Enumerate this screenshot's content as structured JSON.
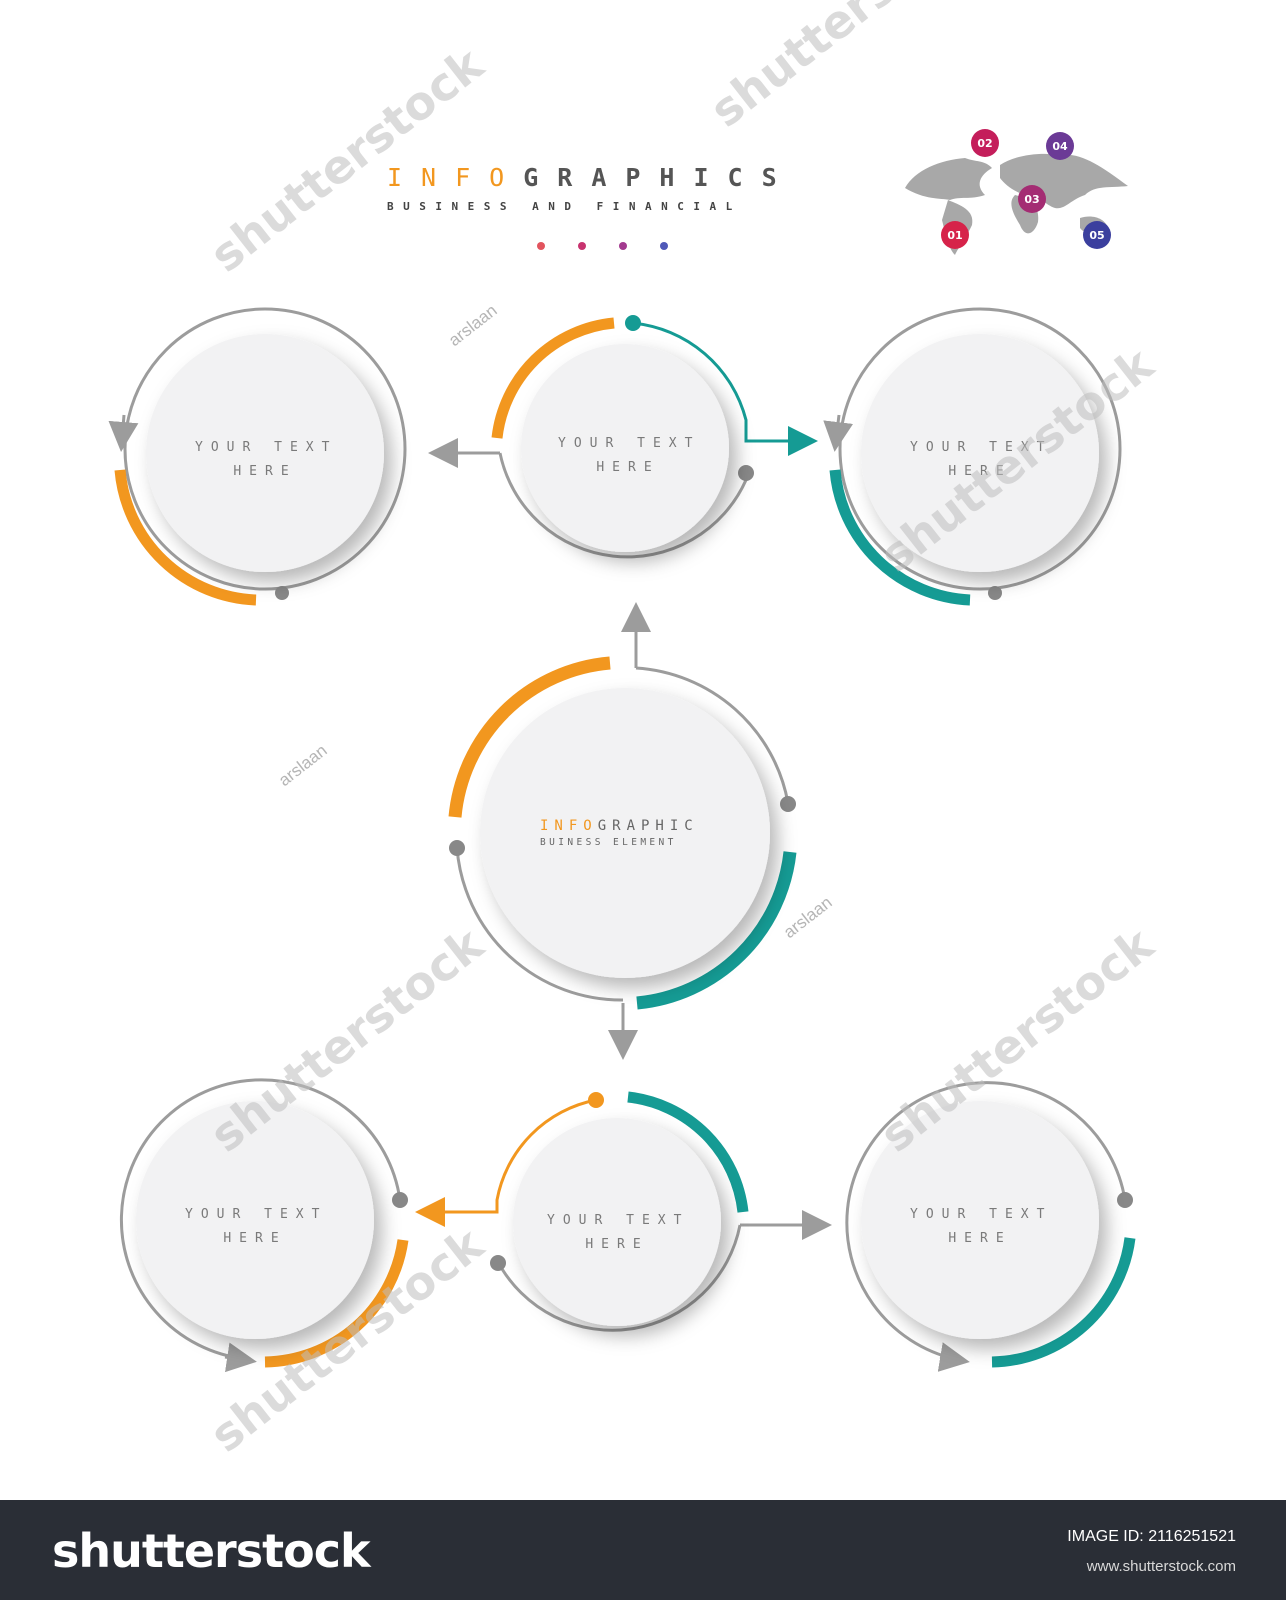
{
  "header": {
    "title_accent": "INFO",
    "title_rest": "GRAPHICS",
    "subtitle": "BUSINESS AND FINANCIAL",
    "dot_colors": [
      "#e2545e",
      "#c8336f",
      "#a33a8f",
      "#4f59b8"
    ]
  },
  "map_badges": [
    {
      "label": "01",
      "color": "#d6234a"
    },
    {
      "label": "02",
      "color": "#c41e5b"
    },
    {
      "label": "03",
      "color": "#a42c73"
    },
    {
      "label": "04",
      "color": "#6b3a96"
    },
    {
      "label": "05",
      "color": "#3b3f9e"
    }
  ],
  "nodes": [
    {
      "id": "top-left",
      "line1": "YOUR TEXT",
      "line2": "HERE"
    },
    {
      "id": "top-middle",
      "line1": "YOUR TEXT",
      "line2": "HERE"
    },
    {
      "id": "top-right",
      "line1": "YOUR TEXT",
      "line2": "HERE"
    },
    {
      "id": "bottom-left",
      "line1": "YOUR TEXT",
      "line2": "HERE"
    },
    {
      "id": "bottom-middle",
      "line1": "YOUR TEXT",
      "line2": "HERE"
    },
    {
      "id": "bottom-right",
      "line1": "YOUR TEXT",
      "line2": "HERE"
    }
  ],
  "center": {
    "title_accent": "INFO",
    "title_rest": "GRAPHIC",
    "subtitle": "BUINESS ELEMENT"
  },
  "colors": {
    "orange": "#f2971f",
    "teal": "#159b94",
    "ring": "#9c9c9c"
  },
  "watermarks": {
    "stock": "shutterstock",
    "author": "arslaan"
  },
  "footer": {
    "logo": "shutterstock",
    "image_id": "IMAGE ID: 2116251521",
    "url": "www.shutterstock.com"
  }
}
